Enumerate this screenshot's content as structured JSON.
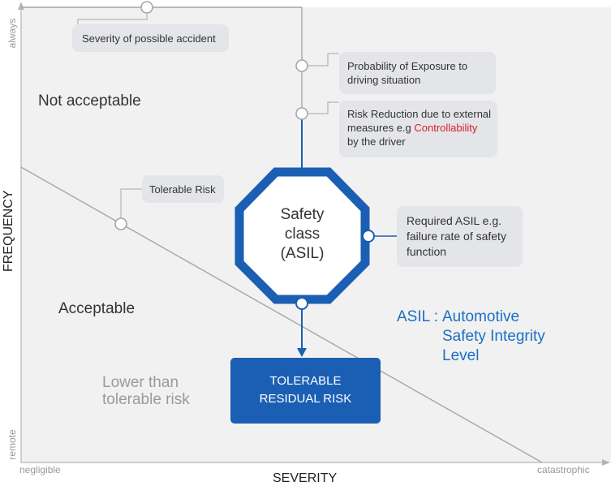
{
  "colors": {
    "blue": "#1a5fb4",
    "line_gray": "#a6a6a6",
    "panel": "#f1f1f1",
    "callout_bg": "#e4e5e8",
    "red": "#d8202a",
    "asil_text": "#1b6fc6"
  },
  "axes": {
    "y_title": "FREQUENCY",
    "x_title": "SEVERITY",
    "y_top": "always",
    "y_bottom": "remote",
    "x_left": "negligible",
    "x_right": "catastrophic"
  },
  "regions": {
    "not_acceptable": "Not acceptable",
    "acceptable": "Acceptable",
    "lower_than_line1": "Lower than",
    "lower_than_line2": "tolerable risk"
  },
  "callouts": {
    "severity": "Severity of possible accident",
    "exposure_line1": "Probability of Exposure to",
    "exposure_line2": "driving situation",
    "risk_line1": "Risk Reduction due to external",
    "risk_line2_prefix": "measures e.g ",
    "risk_line2_highlight": "Controllability",
    "risk_line3": "by the driver",
    "tolerable": "Tolerable Risk",
    "required_line1": "Required ASIL e.g.",
    "required_line2": "failure rate of safety",
    "required_line3": "function"
  },
  "octagon": {
    "line1": "Safety",
    "line2": "class",
    "line3": "(ASIL)"
  },
  "residual_box": {
    "line1": "TOLERABLE",
    "line2": "RESIDUAL RISK"
  },
  "asil_definition": {
    "term": "ASIL :",
    "line1": "Automotive",
    "line2": "Safety Integrity",
    "line3": "Level"
  }
}
